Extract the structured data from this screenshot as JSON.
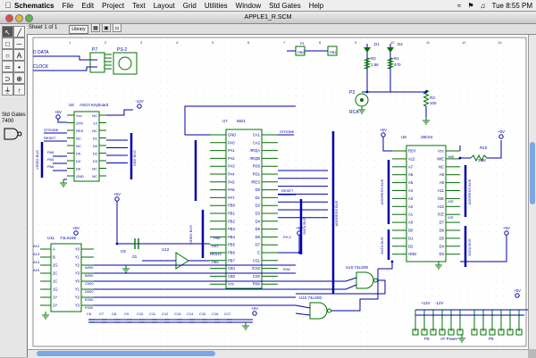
{
  "menubar": {
    "app_name": "Schematics",
    "items": [
      "File",
      "Edit",
      "Project",
      "Text",
      "Layout",
      "Grid",
      "Utilities",
      "Window",
      "Std Gates",
      "Help"
    ],
    "clock": "Tue 8:55 PM"
  },
  "window": {
    "title": "APPLE1_R.SCM",
    "sheet_label": "Sheet 1 of 1",
    "library_label": "Library"
  },
  "palette": {
    "title": "Std Gates",
    "part": "7400"
  },
  "schematic": {
    "colors": {
      "wire": "#0000aa",
      "part": "#007000",
      "text": "#0000aa",
      "grid": "#c8c8c8",
      "ground": "#007000",
      "junction": "#0000aa"
    },
    "labels": [
      {
        "id": "d-data",
        "text": "D DATA"
      },
      {
        "id": "clock",
        "text": "CLOCK"
      },
      {
        "id": "p7",
        "text": "P7"
      },
      {
        "id": "ps2",
        "text": "PS-2"
      },
      {
        "id": "pb0",
        "text": "PB0"
      },
      {
        "id": "pb1",
        "text": "PB1"
      },
      {
        "id": "p1",
        "text": "P1"
      },
      {
        "id": "d1",
        "text": "D1"
      },
      {
        "id": "d2",
        "text": "D2"
      },
      {
        "id": "r2",
        "text": "R2"
      },
      {
        "id": "r2v",
        "text": "1.5K"
      },
      {
        "id": "r1",
        "text": "R1"
      },
      {
        "id": "r1v",
        "text": "470"
      },
      {
        "id": "p3",
        "text": "P3"
      },
      {
        "id": "rca",
        "text": "RCA"
      },
      {
        "id": "r3",
        "text": "R3"
      },
      {
        "id": "r3v",
        "text": "100"
      },
      {
        "id": "plus5v",
        "text": "+5V"
      },
      {
        "id": "minus12v",
        "text": "-12V"
      },
      {
        "id": "u6",
        "text": "U6"
      },
      {
        "id": "u6name",
        "text": "ASCII Keyboard"
      },
      {
        "id": "u7",
        "text": "U7"
      },
      {
        "id": "u7name",
        "text": "6821"
      },
      {
        "id": "u8",
        "text": "U8"
      },
      {
        "id": "u8name",
        "text": "28C64"
      },
      {
        "id": "r10",
        "text": "R10"
      },
      {
        "id": "r10v",
        "text": "3.3K"
      },
      {
        "id": "strobe",
        "text": "STROBE"
      },
      {
        "id": "reset",
        "text": "RESET"
      },
      {
        "id": "strobe2",
        "text": "STROBE"
      },
      {
        "id": "reset2",
        "text": "RESET"
      },
      {
        "id": "u11",
        "text": "U11"
      },
      {
        "id": "u11name",
        "text": "74LS155"
      },
      {
        "id": "u12",
        "text": "U12"
      },
      {
        "id": "c8",
        "text": "C8"
      },
      {
        "id": "c8v",
        "text": ".01"
      },
      {
        "id": "u10a",
        "text": "U10 74LS00"
      },
      {
        "id": "u10b",
        "text": "U10 74LS00"
      },
      {
        "id": "p8",
        "text": "P8"
      },
      {
        "id": "atpower",
        "text": "AT Power"
      },
      {
        "id": "p9",
        "text": "P9"
      },
      {
        "id": "p12a",
        "text": "+12V"
      },
      {
        "id": "p12b",
        "text": "-12V"
      },
      {
        "id": "a000",
        "text": "A000"
      },
      {
        "id": "b000",
        "text": "B000"
      },
      {
        "id": "c000",
        "text": "C000"
      },
      {
        "id": "d000",
        "text": "D000"
      },
      {
        "id": "e000",
        "text": "E000"
      },
      {
        "id": "f000",
        "text": "F000"
      },
      {
        "id": "a12",
        "text": "A12"
      },
      {
        "id": "a13",
        "text": "A13"
      },
      {
        "id": "a14",
        "text": "A14"
      },
      {
        "id": "a15",
        "text": "A15"
      },
      {
        "id": "pa5",
        "text": "PA5"
      },
      {
        "id": "pa4",
        "text": "PA4"
      },
      {
        "id": "pa6",
        "text": "PA6"
      },
      {
        "id": "da7",
        "text": "DA7"
      },
      {
        "id": "rea10",
        "text": "REA10"
      },
      {
        "id": "pb6",
        "text": "PB6"
      },
      {
        "id": "ph2",
        "text": "PH 2"
      },
      {
        "id": "rw",
        "text": "R/W"
      },
      {
        "id": "oe",
        "text": "/OE"
      },
      {
        "id": "ce",
        "text": "/CE"
      },
      {
        "id": "we",
        "text": "/WE"
      }
    ],
    "bus_labels": [
      "VIDEO BUS",
      "KBD BUS",
      "VIDEO BUS",
      "DATA BUS",
      "ADDRESS BUS",
      "ADDRESS BUS",
      "DATA BUS",
      "ADDRESS BUS",
      "DATA BUS"
    ],
    "u7_left_pins": [
      "GND",
      "PA0",
      "PA1",
      "PA2",
      "PA3",
      "PA4",
      "PA5",
      "PA6",
      "PA7",
      "PB0",
      "PB1",
      "PB2",
      "PB3",
      "PB4",
      "PB5",
      "PB6",
      "PB7",
      "CB1",
      "CB2",
      "Vcc"
    ],
    "u7_right_pins": [
      "CA1",
      "CA2",
      "/IRQA",
      "/IRQB",
      "RS0",
      "RS1",
      "/RES",
      "D0",
      "D1",
      "D2",
      "D3",
      "D4",
      "D5",
      "D6",
      "D7",
      "E",
      "CS1",
      "/CS2",
      "CS0",
      "R/W"
    ],
    "u6_left_pins": [
      "Vcc",
      "STR",
      "RES",
      "NC",
      "NC",
      "D5",
      "D4",
      "D6",
      "GND"
    ],
    "u6_right_pins": [
      "NC",
      "-12",
      "NC",
      "D1",
      "D0",
      "D2",
      "D3",
      "NC",
      "NC"
    ],
    "u8_left_pins": [
      "RDY",
      "A12",
      "A7",
      "A6",
      "A5",
      "A4",
      "A3",
      "A2",
      "A1",
      "A0",
      "D0",
      "D1",
      "D2",
      "GND"
    ],
    "u8_right_pins": [
      "Vcc",
      "/WE",
      "NC",
      "A8",
      "A9",
      "A11",
      "/OE",
      "A10",
      "/CE",
      "D7",
      "D6",
      "D5",
      "D4",
      "D3"
    ],
    "u11_left_pins": [
      "A",
      "B",
      "2G",
      "2C",
      "1C",
      "1G",
      "1Y",
      "2Y"
    ],
    "u11_right_pins": [
      "Y0",
      "Y1",
      "Y2",
      "Y3",
      "Y0",
      "Y1",
      "Y2",
      "Y3"
    ],
    "caps": [
      "C6",
      "C7",
      "C8",
      "C9",
      "C10",
      "C11",
      "C12",
      "C13",
      "C14",
      "C15",
      "C16",
      "C17"
    ]
  }
}
